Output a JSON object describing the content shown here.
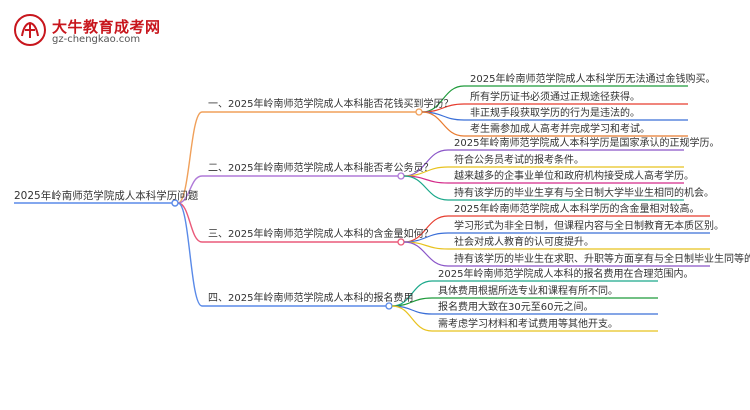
{
  "logo": {
    "title": "大牛教育成考网",
    "url": "gz-chengkao.com"
  },
  "mindmap": {
    "root": "2025年岭南师范学院成人本科学历问题",
    "branches": [
      {
        "label": "一、2025年岭南师范学院成人本科能否花钱买到学历？",
        "color": "#f0a05a",
        "leaves": [
          {
            "text": "2025年岭南师范学院成人本科学历无法通过金钱购买。",
            "color": "#1e9a3a"
          },
          {
            "text": "所有学历证书必须通过正规途径获得。",
            "color": "#e63c2e"
          },
          {
            "text": "非正规手段获取学历的行为是违法的。",
            "color": "#3a6fd8"
          },
          {
            "text": "考生需参加成人高考并完成学习和考试。",
            "color": "#e87a2e"
          }
        ]
      },
      {
        "label": "二、2025年岭南师范学院成人本科能否考公务员？",
        "color": "#b07ad8",
        "leaves": [
          {
            "text": "2025年岭南师范学院成人本科学历是国家承认的正规学历。",
            "color": "#8a55c8"
          },
          {
            "text": "符合公务员考试的报考条件。",
            "color": "#e8c21e"
          },
          {
            "text": "越来越多的企事业单位和政府机构接受成人高考学历。",
            "color": "#d42a8a"
          },
          {
            "text": "持有该学历的毕业生享有与全日制大学毕业生相同的机会。",
            "color": "#1aa88a"
          }
        ]
      },
      {
        "label": "三、2025年岭南师范学院成人本科的含金量如何？",
        "color": "#ea5a7a",
        "leaves": [
          {
            "text": "2025年岭南师范学院成人本科学历的含金量相对较高。",
            "color": "#e63c2e"
          },
          {
            "text": "学习形式为非全日制，但课程内容与全日制教育无本质区别。",
            "color": "#3a6fd8"
          },
          {
            "text": "社会对成人教育的认可度提升。",
            "color": "#e8c21e"
          },
          {
            "text": "持有该学历的毕业生在求职、升职等方面享有与全日制毕业生同等的待遇。",
            "color": "#8a55c8"
          }
        ]
      },
      {
        "label": "四、2025年岭南师范学院成人本科的报名费用",
        "color": "#5a8ae8",
        "leaves": [
          {
            "text": "2025年岭南师范学院成人本科的报名费用在合理范围内。",
            "color": "#1aa88a"
          },
          {
            "text": "具体费用根据所选专业和课程有所不同。",
            "color": "#1e9a3a"
          },
          {
            "text": "报名费用大致在30元至60元之间。",
            "color": "#3a6fd8"
          },
          {
            "text": "需考虑学习材料和考试费用等其他开支。",
            "color": "#e8c21e"
          }
        ]
      }
    ]
  }
}
